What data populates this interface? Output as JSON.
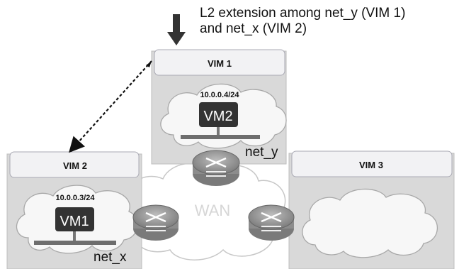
{
  "caption": {
    "line1": "L2 extension among net_y (VIM 1)",
    "line2": "and net_x (VIM 2)"
  },
  "cloud_wan": {
    "label": "WAN"
  },
  "vims": [
    {
      "id": "vim1",
      "label": "VIM 1",
      "cloud_ip": "10.0.0.4/24",
      "vm": "VM2",
      "net": "net_y"
    },
    {
      "id": "vim2",
      "label": "VIM 2",
      "cloud_ip": "10.0.0.3/24",
      "vm": "VM1",
      "net": "net_x"
    },
    {
      "id": "vim3",
      "label": "VIM 3"
    }
  ],
  "colors": {
    "vim_box_fill": "#d9d9d9",
    "vim_header_fill": "#f2f2f4",
    "cloud_fill": "#f7f7f7",
    "cloud_stroke": "#b0b0b0",
    "vm_fill": "#333333",
    "router_fill": "#9a9a9a",
    "arrow": "#333333"
  },
  "icons": [
    "router-icon",
    "down-arrow-icon",
    "cloud-icon",
    "vm-icon"
  ]
}
